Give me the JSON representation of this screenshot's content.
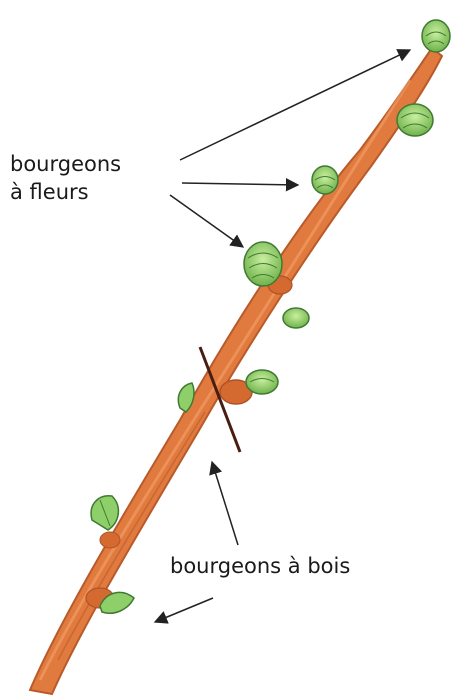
{
  "labels": {
    "flower_buds_line1": "bourgeons",
    "flower_buds_line2": "à fleurs",
    "wood_buds": "bourgeons à bois"
  },
  "colors": {
    "branch": "#e07a3e",
    "branch_dark": "#b95a2a",
    "bud_green": "#8fcf6a",
    "bud_dark": "#3f7a32",
    "cut_line": "#4a1d12",
    "arrow": "#222222"
  }
}
